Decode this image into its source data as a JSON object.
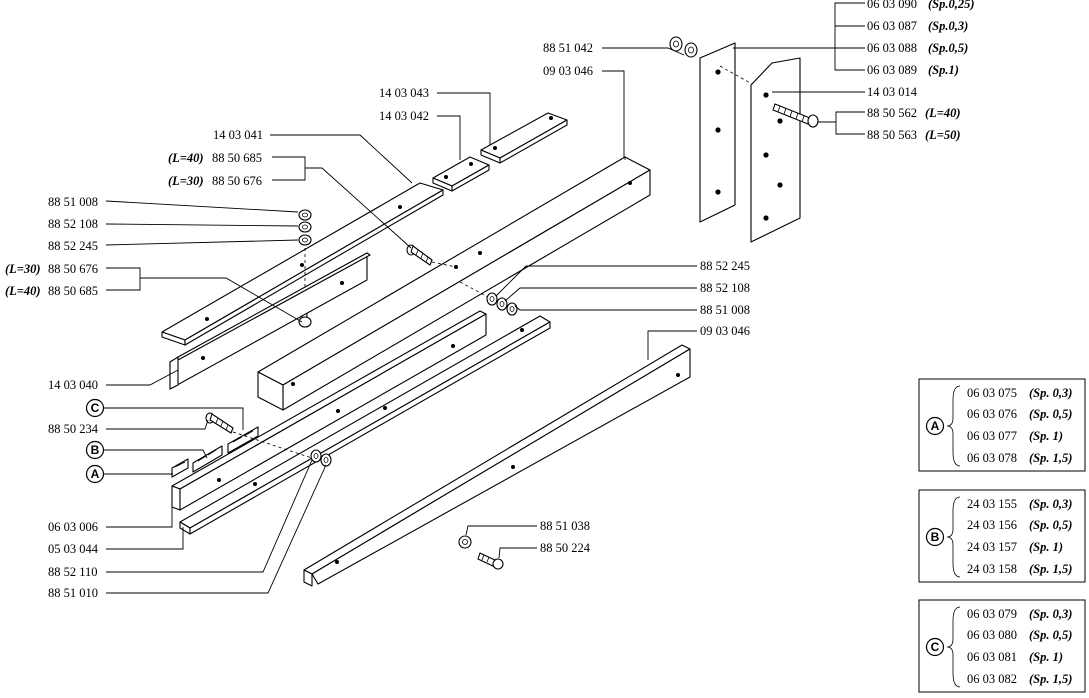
{
  "labels": {
    "l_060309": "06 03 090",
    "n_060309": "(Sp.0,25)",
    "l_060308": "06 03 087",
    "n_060308": "(Sp.0,3)",
    "l_060388": "06 03 088",
    "n_060388": "(Sp.0,5)",
    "l_060389": "06 03 089",
    "n_060389": "(Sp.1)",
    "l_140314": "14 03 014",
    "l_885056": "88 50 562",
    "n_885056": "(L=40)",
    "l_885063": "88 50 563",
    "n_885063": "(L=50)",
    "l_885104a": "88 51 042",
    "l_090346a": "09 03 046",
    "l_140343": "14 03 043",
    "l_140342": "14 03 042",
    "l_140341": "14 03 041",
    "n_885068a": "(L=40)",
    "l_885068a": "88 50 685",
    "n_885067a": "(L=30)",
    "l_885067a": "88 50 676",
    "l_885100a": "88 51 008",
    "l_885210a": "88 52 108",
    "l_885224a": "88 52 245",
    "n_885067b": "(L=30)",
    "l_885067b": "88 50 676",
    "n_885068b": "(L=40)",
    "l_885068b": "88 50 685",
    "l_885224b": "88 52 245",
    "l_885210b": "88 52 108",
    "l_885100b": "88 51 008",
    "l_090346b": "09 03 046",
    "l_140340": "14 03 040",
    "l_885023": "88 50 234",
    "l_060306": "06 03 006",
    "l_050344": "05 03 044",
    "l_885211": "88 52 110",
    "l_885101": "88 51 010",
    "l_885103": "88 51 038",
    "l_885022": "88 50 224"
  },
  "markers": {
    "a": "A",
    "b": "B",
    "c": "C"
  },
  "legend_boxes": [
    {
      "marker": "A",
      "items": [
        {
          "code": "06 03 075",
          "spec": "(Sp. 0,3)"
        },
        {
          "code": "06 03 076",
          "spec": "(Sp. 0,5)"
        },
        {
          "code": "06 03 077",
          "spec": "(Sp. 1)"
        },
        {
          "code": "06 03 078",
          "spec": "(Sp. 1,5)"
        }
      ]
    },
    {
      "marker": "B",
      "items": [
        {
          "code": "24 03 155",
          "spec": "(Sp. 0,3)"
        },
        {
          "code": "24 03 156",
          "spec": "(Sp. 0,5)"
        },
        {
          "code": "24 03 157",
          "spec": "(Sp. 1)"
        },
        {
          "code": "24 03 158",
          "spec": "(Sp. 1,5)"
        }
      ]
    },
    {
      "marker": "C",
      "items": [
        {
          "code": "06 03 079",
          "spec": "(Sp. 0,3)"
        },
        {
          "code": "06 03 080",
          "spec": "(Sp. 0,5)"
        },
        {
          "code": "06 03 081",
          "spec": "(Sp. 1)"
        },
        {
          "code": "06 03 082",
          "spec": "(Sp. 1,5)"
        }
      ]
    }
  ]
}
